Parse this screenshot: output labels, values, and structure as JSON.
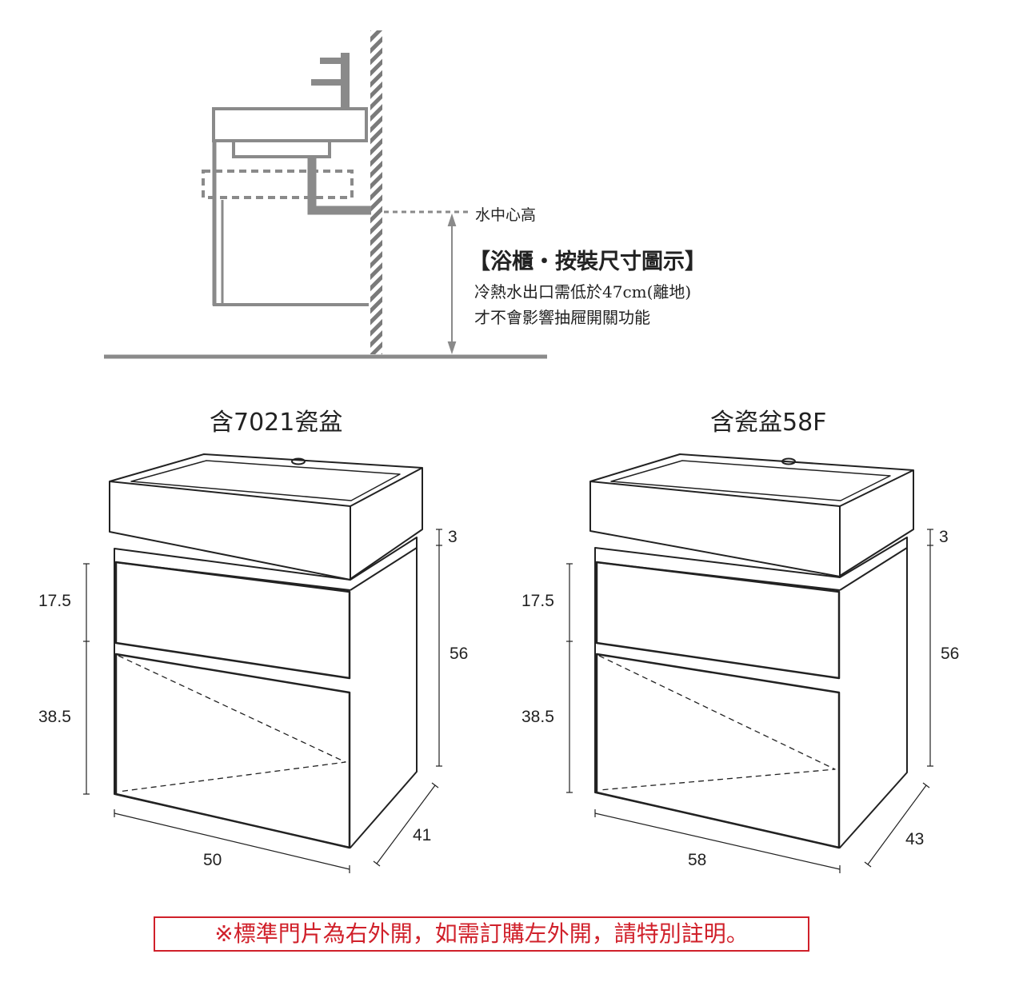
{
  "install_diagram": {
    "water_center_label": "水中心高",
    "heading": "【浴櫃・按裝尺寸圖示】",
    "note_line1": "冷熱水出口需低於47cm(離地)",
    "note_line2": "才不會影響抽屜開關功能"
  },
  "cabinets": [
    {
      "title": "含7021瓷盆",
      "dims": {
        "top": "3",
        "upper_drawer": "17.5",
        "lower_drawer": "38.5",
        "height": "56",
        "width": "50",
        "depth": "41"
      }
    },
    {
      "title": "含瓷盆58F",
      "dims": {
        "top": "3",
        "upper_drawer": "17.5",
        "lower_drawer": "38.5",
        "height": "56",
        "width": "58",
        "depth": "43"
      }
    }
  ],
  "warning": "※標準門片為右外開，如需訂購左外開，請特別註明。",
  "colors": {
    "line": "#222222",
    "grey": "#8a8a8a",
    "warning": "#d0202a"
  }
}
